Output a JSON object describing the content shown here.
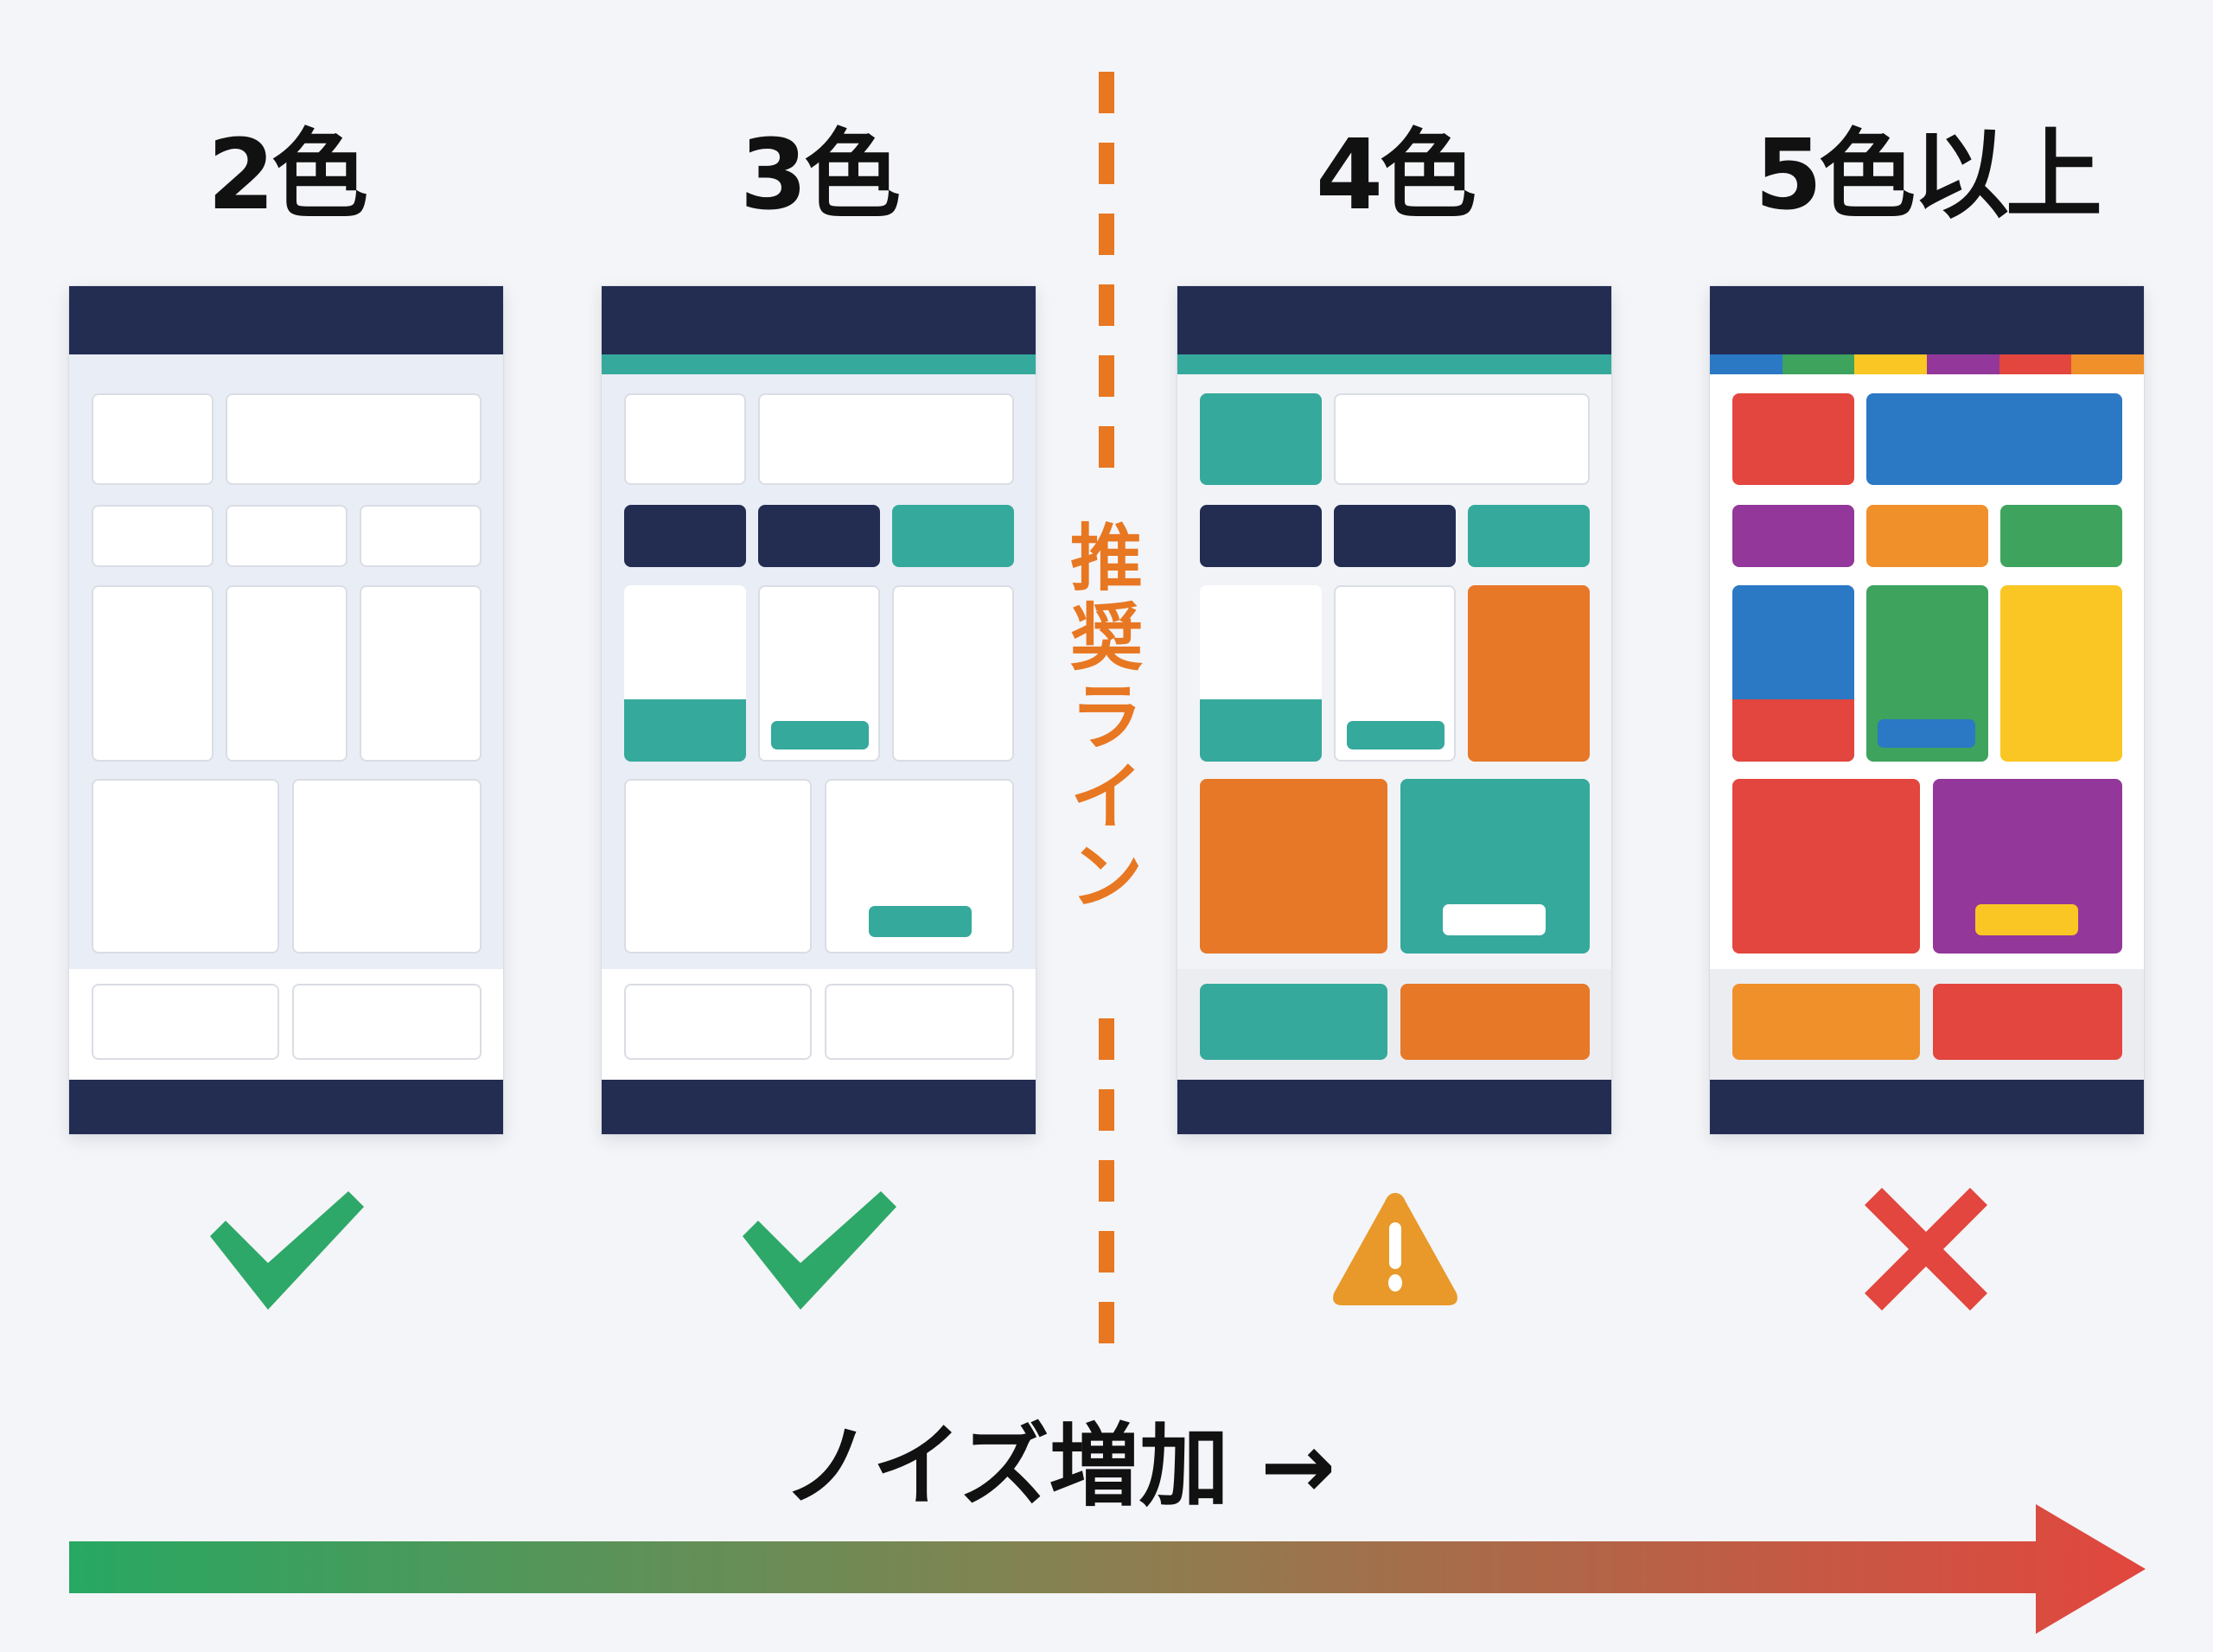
{
  "columns": [
    {
      "label": "2色",
      "verdict": "check",
      "verdict_icon": "check-icon",
      "verdict_color": "#2EA868",
      "body_bg": "#E9EDF5",
      "accent_strip": [],
      "cards": {
        "r1c1": "#FFFFFF",
        "r1c2": "#FFFFFF",
        "r2c1": "#FFFFFF",
        "r2c2": "#FFFFFF",
        "r2c3": "#FFFFFF",
        "r3c1": "#FFFFFF",
        "r3c1_band": null,
        "r3c2": "#FFFFFF",
        "r3c2_btn": null,
        "r3c3": "#FFFFFF",
        "r4c1": "#FFFFFF",
        "r4c2": "#FFFFFF",
        "r4c2_btn": null,
        "f1": "#FFFFFF",
        "f2": "#FFFFFF"
      }
    },
    {
      "label": "3色",
      "verdict": "check",
      "verdict_icon": "check-icon",
      "verdict_color": "#2EA868",
      "body_bg": "#E9EDF5",
      "accent_strip": [
        "#35A99C"
      ],
      "cards": {
        "r1c1": "#FFFFFF",
        "r1c2": "#FFFFFF",
        "r2c1": "#232D52",
        "r2c2": "#232D52",
        "r2c3": "#35A99C",
        "r3c1": "#FFFFFF",
        "r3c1_band": "#35A99C",
        "r3c2": "#FFFFFF",
        "r3c2_btn": "#35A99C",
        "r3c3": "#FFFFFF",
        "r4c1": "#FFFFFF",
        "r4c2": "#FFFFFF",
        "r4c2_btn": "#35A99C",
        "f1": "#FFFFFF",
        "f2": "#FFFFFF"
      }
    },
    {
      "label": "4色",
      "verdict": "warning",
      "verdict_icon": "warning-icon",
      "verdict_color": "#E8992A",
      "body_bg": "#F2F3F7",
      "accent_strip": [
        "#35A99C"
      ],
      "cards": {
        "r1c1": "#35A99C",
        "r1c2": "#FFFFFF",
        "r2c1": "#232D52",
        "r2c2": "#232D52",
        "r2c3": "#35A99C",
        "r3c1": "#FFFFFF",
        "r3c1_band": "#35A99C",
        "r3c2": "#FFFFFF",
        "r3c2_btn": "#35A99C",
        "r3c3": "#E67828",
        "r4c1": "#E67828",
        "r4c2": "#35A99C",
        "r4c2_btn": "#FFFFFF",
        "f1": "#35A99C",
        "f2": "#E67828"
      }
    },
    {
      "label": "5色以上",
      "verdict": "cross",
      "verdict_icon": "cross-icon",
      "verdict_color": "#E2463E",
      "body_bg": "#FFFFFF",
      "accent_strip": [
        "#2B78C5",
        "#3DA35D",
        "#F9C623",
        "#93379A",
        "#E2463E",
        "#EF902A"
      ],
      "cards": {
        "r1c1": "#E2463E",
        "r1c2": "#2B78C5",
        "r2c1": "#93379A",
        "r2c2": "#EF902A",
        "r2c3": "#3DA35D",
        "r3c1": "#2B78C5",
        "r3c1_band": "#E2463E",
        "r3c2": "#3DA35D",
        "r3c2_btn": "#2B78C5",
        "r3c3": "#F9C623",
        "r4c1": "#E2463E",
        "r4c2": "#93379A",
        "r4c2_btn": "#F9C623",
        "f1": "#EF902A",
        "f2": "#E2463E"
      }
    }
  ],
  "divider": {
    "label_chars": [
      "推",
      "奨",
      "ラ",
      "イ",
      "ン"
    ],
    "label": "推奨ライン",
    "color": "#E87722"
  },
  "noise": {
    "label": "ノイズ増加",
    "arrow_glyph": "→",
    "gradient_start": "#27A862",
    "gradient_mid": "#8A7F50",
    "gradient_end": "#E2463E"
  },
  "palette": {
    "navy": "#232D52",
    "teal": "#35A99C",
    "orange": "#E67828",
    "background": "#F4F5F8"
  }
}
